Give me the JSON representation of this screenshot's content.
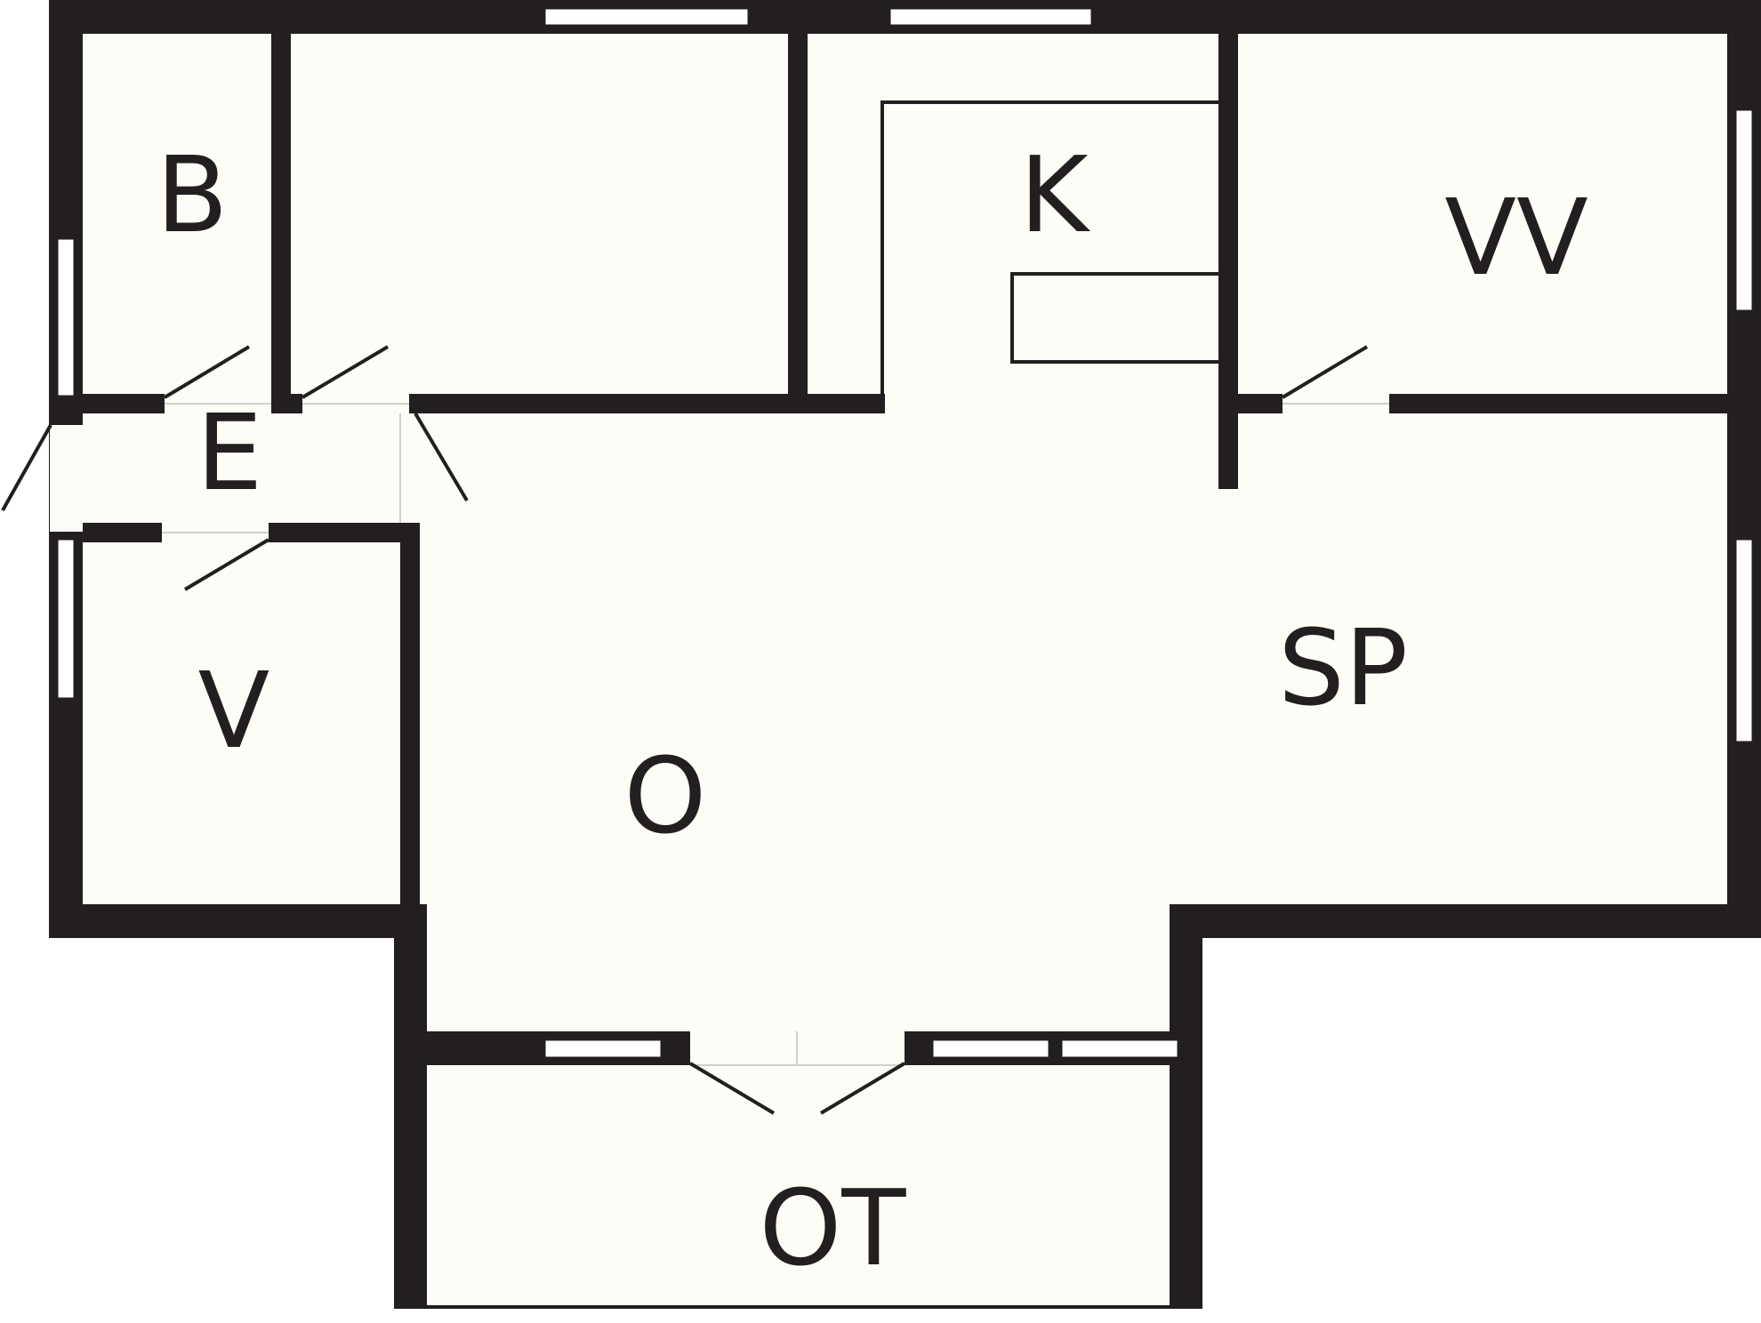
{
  "floorplan": {
    "rooms": {
      "bathroom": "B",
      "kitchen": "K",
      "bedroom": "VV",
      "entrance": "E",
      "room_v": "V",
      "living": "O",
      "dining": "SP",
      "terrace": "OT"
    },
    "colors": {
      "wall": "#231f20",
      "floor": "#fcfdf7",
      "window": "#ffffff"
    }
  }
}
